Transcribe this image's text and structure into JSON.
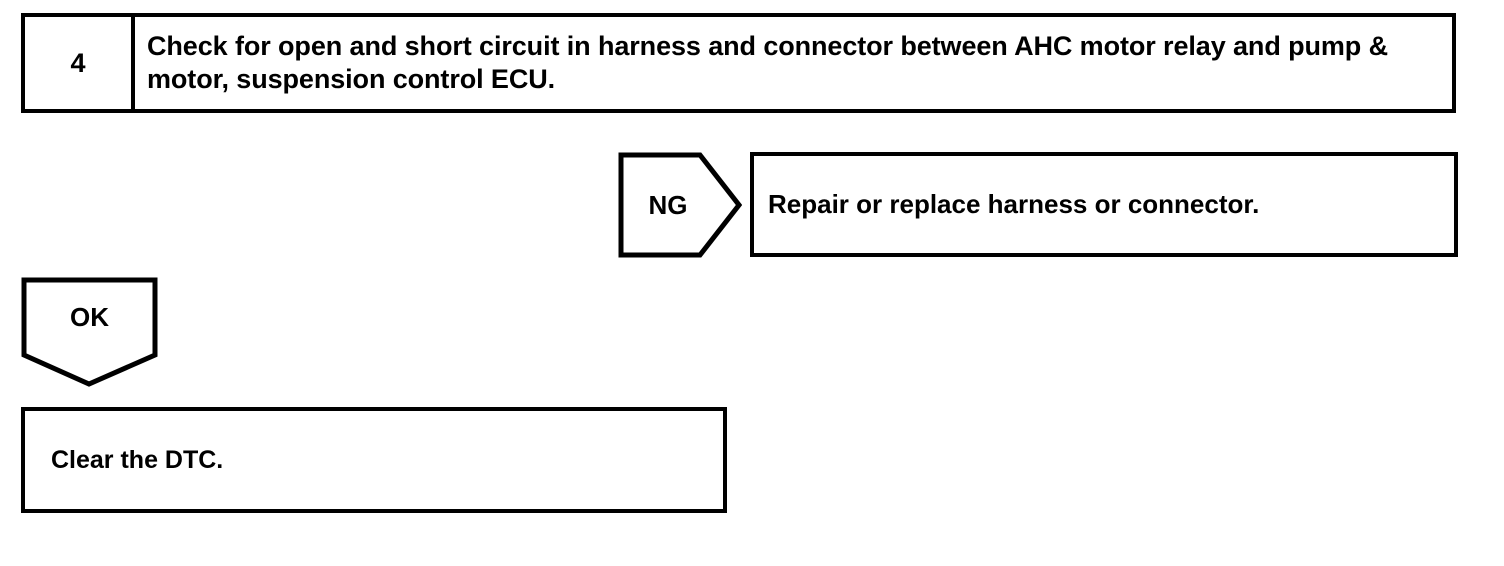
{
  "page": {
    "title": "Diagnostic flowchart step 4",
    "background_color": "#ffffff",
    "line_color": "#000000"
  },
  "step": {
    "number": "4",
    "instruction": "Check for open and short circuit in harness and connector between AHC motor relay and pump & motor, suspension control ECU."
  },
  "branches": {
    "ng": {
      "label": "NG",
      "shape": "right-pointing-pentagon",
      "result": "Repair or replace harness or connector."
    },
    "ok": {
      "label": "OK",
      "shape": "down-pointing-pentagon",
      "result": "Clear the DTC."
    }
  }
}
